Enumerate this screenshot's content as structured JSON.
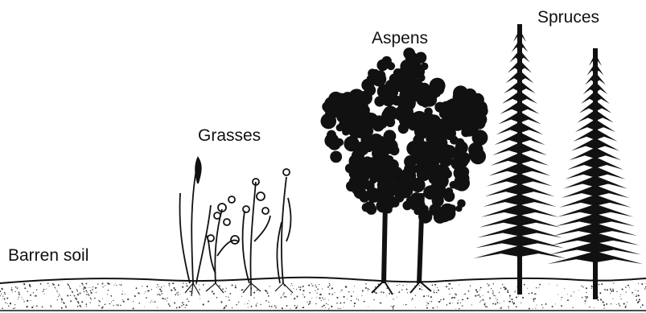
{
  "labels": {
    "barren_soil": "Barren soil",
    "grasses": "Grasses",
    "aspens": "Aspens",
    "spruces": "Spruces"
  },
  "colors": {
    "ink": "#111111",
    "background": "#ffffff"
  }
}
